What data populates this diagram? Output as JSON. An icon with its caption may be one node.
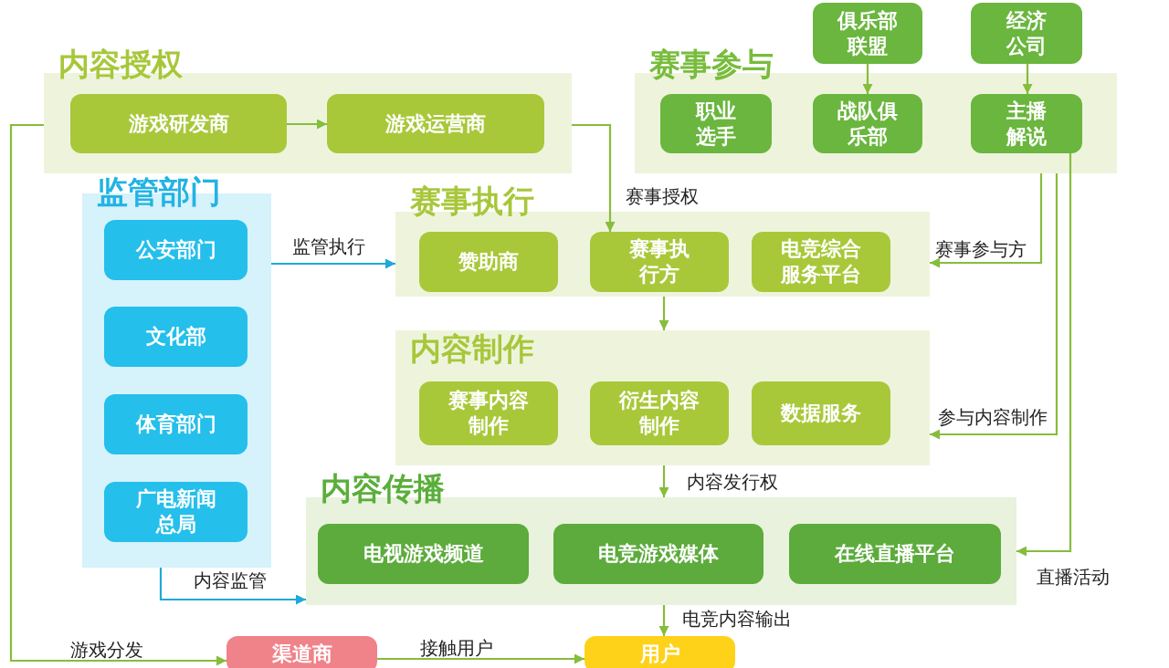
{
  "diagram": {
    "nodes": [
      {
        "text": [
          "内容授权"
        ]
      },
      {
        "text": [
          "游戏研发商"
        ],
        "in": 0
      },
      {
        "text": [
          "游戏运营商"
        ],
        "in": 0
      },
      {
        "text": [
          "俱乐部联盟"
        ]
      },
      {
        "text": [
          "经济公司"
        ]
      },
      {
        "text": [
          "赛事参与"
        ]
      },
      {
        "text": [
          "职业选手"
        ],
        "in": 5
      },
      {
        "text": [
          "战队俱乐部"
        ],
        "in": 5
      },
      {
        "text": [
          "主播解说"
        ],
        "in": 5
      },
      {
        "text": [
          "监管部门"
        ]
      },
      {
        "text": [
          "公安部门"
        ],
        "in": 9
      },
      {
        "text": [
          "文化部"
        ],
        "in": 9
      },
      {
        "text": [
          "体育部门"
        ],
        "in": 9
      },
      {
        "text": [
          "广电新闻总局"
        ],
        "in": 9
      },
      {
        "text": [
          "赛事执行"
        ]
      },
      {
        "text": [
          "赞助商"
        ],
        "in": 14
      },
      {
        "text": [
          "赛事执行方"
        ],
        "in": 14
      },
      {
        "text": [
          "电竞综合服务平台"
        ],
        "in": 14
      },
      {
        "text": [
          "内容制作"
        ]
      },
      {
        "text": [
          "赛事内容制作"
        ],
        "in": 18
      },
      {
        "text": [
          "衍生内容制作"
        ],
        "in": 18
      },
      {
        "text": [
          "数据服务"
        ],
        "in": 18
      },
      {
        "text": [
          "内容传播"
        ]
      },
      {
        "text": [
          "电视游戏频道"
        ],
        "in": 22
      },
      {
        "text": [
          "电竞游戏媒体"
        ],
        "in": 22
      },
      {
        "text": [
          "在线直播平台"
        ],
        "in": 22
      },
      {
        "text": [
          "渠道商"
        ]
      },
      {
        "text": [
          "用户"
        ]
      }
    ],
    "edges": [
      {
        "from": 1,
        "to": 2,
        "arrow": "to"
      },
      {
        "from": 0,
        "to": 16,
        "arrow": "to",
        "label": "赛事授权"
      },
      {
        "from": 0,
        "to": 26,
        "arrow": "to",
        "label": "游戏分发"
      },
      {
        "from": 9,
        "to": 14,
        "arrow": "to",
        "label": "监管执行",
        "color": "#1fa9d8"
      },
      {
        "from": 9,
        "to": 22,
        "arrow": "to",
        "label": "内容监管",
        "color": "#1fa9d8"
      },
      {
        "from": 3,
        "to": 7,
        "arrow": "to"
      },
      {
        "from": 4,
        "to": 8,
        "arrow": "to"
      },
      {
        "from": 5,
        "to": 14,
        "arrow": "to",
        "label": "赛事参与方"
      },
      {
        "from": 5,
        "to": 18,
        "arrow": "to",
        "label": "参与内容制作"
      },
      {
        "from": 8,
        "to": 22,
        "arrow": "to",
        "label": "直播活动"
      },
      {
        "from": 14,
        "to": 18,
        "arrow": "to"
      },
      {
        "from": 18,
        "to": 22,
        "arrow": "to",
        "label": "内容发行权"
      },
      {
        "from": 22,
        "to": 27,
        "arrow": "to",
        "label": "电竞内容输出"
      },
      {
        "from": 26,
        "to": 27,
        "arrow": "to",
        "label": "接触用户"
      }
    ]
  }
}
